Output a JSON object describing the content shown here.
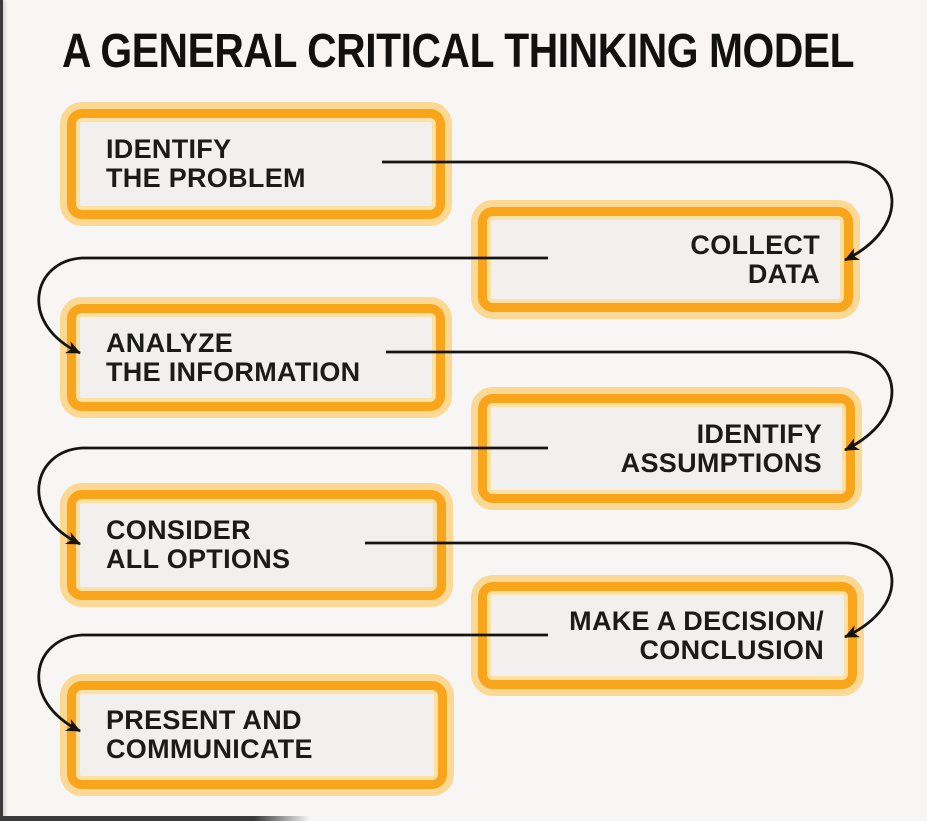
{
  "title": "A GENERAL CRITICAL THINKING MODEL",
  "steps": [
    {
      "name": "identify-the-problem",
      "line1": "IDENTIFY",
      "line2": "THE PROBLEM",
      "align": "left"
    },
    {
      "name": "collect-data",
      "line1": "COLLECT",
      "line2": "DATA",
      "align": "right"
    },
    {
      "name": "analyze-the-information",
      "line1": "ANALYZE",
      "line2": "THE INFORMATION",
      "align": "left"
    },
    {
      "name": "identify-assumptions",
      "line1": "IDENTIFY",
      "line2": "ASSUMPTIONS",
      "align": "right"
    },
    {
      "name": "consider-all-options",
      "line1": "CONSIDER",
      "line2": "ALL OPTIONS",
      "align": "left"
    },
    {
      "name": "make-a-decision-conclusion",
      "line1": "MAKE A DECISION/",
      "line2": "CONCLUSION",
      "align": "right"
    },
    {
      "name": "present-and-communicate",
      "line1": "PRESENT AND",
      "line2": "COMMUNICATE",
      "align": "left"
    }
  ],
  "colors": {
    "accent_orange": "#F9A51B",
    "glow_yellow": "#FBD893",
    "inner_ring": "#FCE0A6",
    "box_fill": "#F1F0EE",
    "background": "#F8F6F5",
    "connector": "#141414",
    "title_text": "#111111",
    "edge_bar": "#3A3A3D"
  }
}
